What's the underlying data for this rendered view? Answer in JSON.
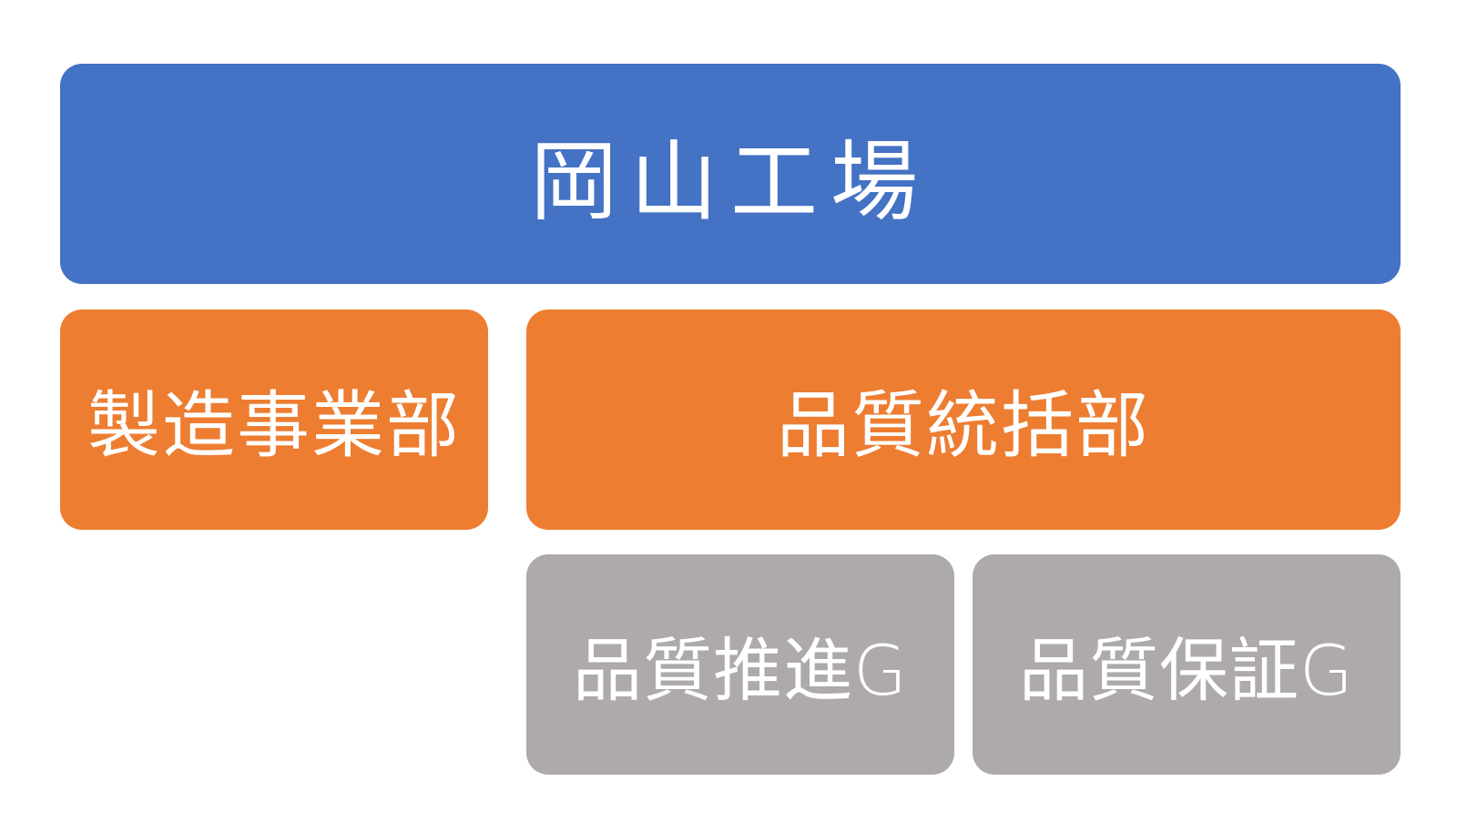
{
  "colors": {
    "level1": "#4472c4",
    "level2": "#ed7d31",
    "level3": "#aeaaaa",
    "text": "#ffffff"
  },
  "org": {
    "factory": {
      "label": "岡山工場"
    },
    "manufacturing_division": {
      "label": "製造事業部"
    },
    "quality_headquarters": {
      "label": "品質統括部"
    },
    "quality_promotion_group": {
      "label": "品質推進G"
    },
    "quality_assurance_group": {
      "label": "品質保証G"
    }
  }
}
